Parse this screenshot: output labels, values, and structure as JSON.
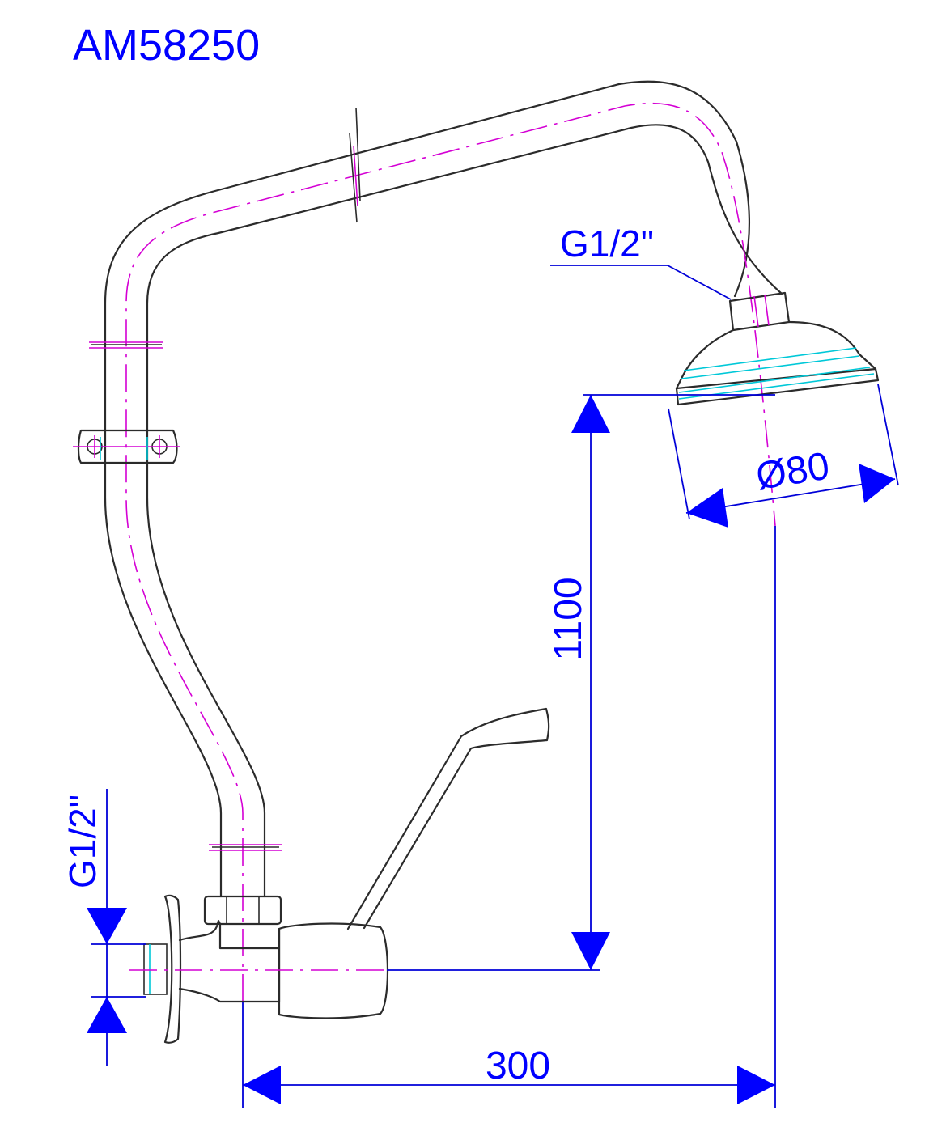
{
  "title": "AM58250",
  "labels": {
    "shower_head_thread": "G1/2\"",
    "inlet_thread": "G1/2\"",
    "shower_head_diameter": "Ø80",
    "height": "1100",
    "projection": "300"
  },
  "colors": {
    "dimension": "#0000ff",
    "outline": "#2b2b2b",
    "centerline": "#d400d4",
    "thread": "#00c8d8"
  }
}
